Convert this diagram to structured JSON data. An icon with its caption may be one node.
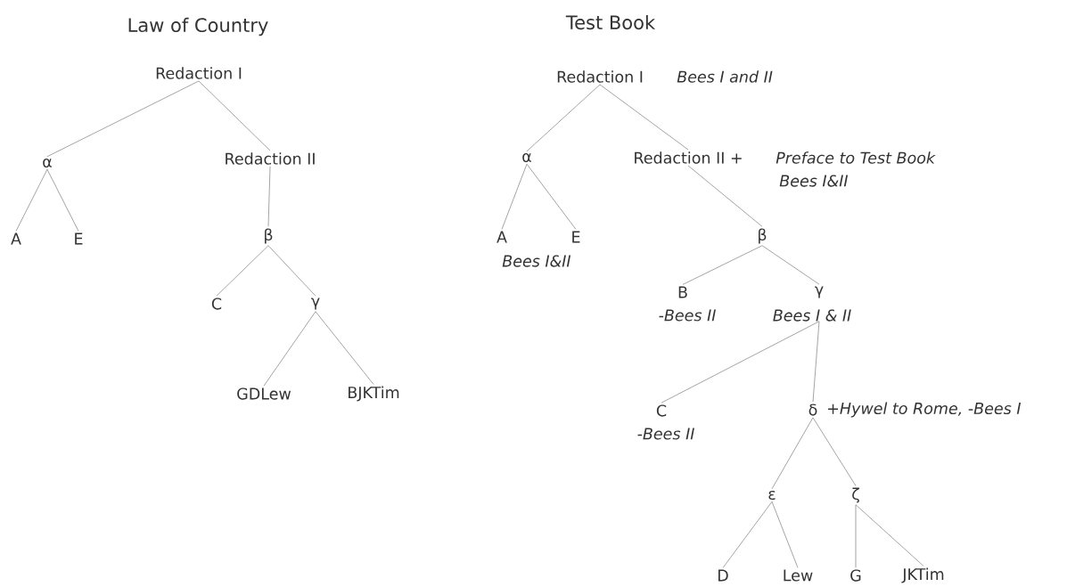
{
  "diagram": {
    "nodes": [
      {
        "text": [
          "Redaction I"
        ]
      },
      {
        "text": [
          "α"
        ]
      },
      {
        "text": [
          "Redaction II"
        ]
      },
      {
        "text": [
          "A"
        ]
      },
      {
        "text": [
          "E"
        ]
      },
      {
        "text": [
          "β"
        ]
      },
      {
        "text": [
          "C"
        ]
      },
      {
        "text": [
          "γ"
        ]
      },
      {
        "text": [
          "GDLew"
        ]
      },
      {
        "text": [
          "BJKTim"
        ]
      },
      {
        "text": [
          "Redaction I"
        ],
        "beside": [
          "Bees I and II"
        ]
      },
      {
        "text": [
          "α"
        ]
      },
      {
        "text": [
          "Redaction II +"
        ],
        "beside": [
          "Preface to Test Book",
          "Bees I&II"
        ]
      },
      {
        "text": [
          "A"
        ],
        "beside": [
          "Bees I&II"
        ]
      },
      {
        "text": [
          "E"
        ]
      },
      {
        "text": [
          "β"
        ]
      },
      {
        "text": [
          "B"
        ],
        "beside": [
          "-Bees II"
        ]
      },
      {
        "text": [
          "γ"
        ],
        "beside": [
          "Bees I & II"
        ]
      },
      {
        "text": [
          "C"
        ],
        "beside": [
          "-Bees II"
        ]
      },
      {
        "text": [
          "δ"
        ],
        "beside": [
          "+Hywel to Rome, -Bees I"
        ]
      },
      {
        "text": [
          "ε"
        ]
      },
      {
        "text": [
          "ζ"
        ]
      },
      {
        "text": [
          "D"
        ]
      },
      {
        "text": [
          "Lew"
        ]
      },
      {
        "text": [
          "G"
        ]
      },
      {
        "text": [
          "JKTim"
        ]
      }
    ],
    "edges": [
      {
        "from": 0,
        "to": 1,
        "arrow": "none"
      },
      {
        "from": 0,
        "to": 2,
        "arrow": "none"
      },
      {
        "from": 1,
        "to": 3,
        "arrow": "none"
      },
      {
        "from": 1,
        "to": 4,
        "arrow": "none"
      },
      {
        "from": 2,
        "to": 5,
        "arrow": "none"
      },
      {
        "from": 5,
        "to": 6,
        "arrow": "none"
      },
      {
        "from": 5,
        "to": 7,
        "arrow": "none"
      },
      {
        "from": 7,
        "to": 8,
        "arrow": "none"
      },
      {
        "from": 7,
        "to": 9,
        "arrow": "none"
      },
      {
        "from": 10,
        "to": 11,
        "arrow": "none"
      },
      {
        "from": 10,
        "to": 12,
        "arrow": "none"
      },
      {
        "from": 11,
        "to": 13,
        "arrow": "none"
      },
      {
        "from": 11,
        "to": 14,
        "arrow": "none"
      },
      {
        "from": 12,
        "to": 15,
        "arrow": "none"
      },
      {
        "from": 15,
        "to": 16,
        "arrow": "none"
      },
      {
        "from": 15,
        "to": 17,
        "arrow": "none"
      },
      {
        "from": 17,
        "to": 18,
        "arrow": "none"
      },
      {
        "from": 17,
        "to": 19,
        "arrow": "none"
      },
      {
        "from": 19,
        "to": 20,
        "arrow": "none"
      },
      {
        "from": 19,
        "to": 21,
        "arrow": "none"
      },
      {
        "from": 20,
        "to": 22,
        "arrow": "none"
      },
      {
        "from": 20,
        "to": 23,
        "arrow": "none"
      },
      {
        "from": 21,
        "to": 24,
        "arrow": "none"
      },
      {
        "from": 21,
        "to": 25,
        "arrow": "none"
      }
    ],
    "labels": [
      "Law of Country",
      "Test Book"
    ]
  }
}
